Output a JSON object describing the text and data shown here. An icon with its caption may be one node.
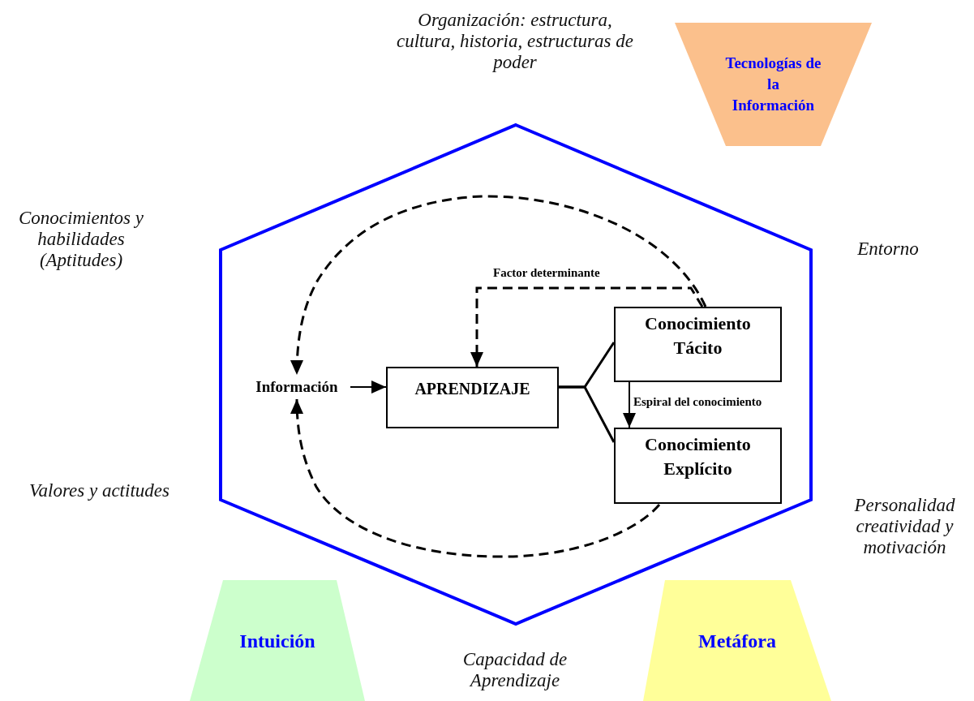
{
  "diagram": {
    "nodes": [
      {
        "text": [
          "Tecnologías de la Información"
        ]
      },
      {
        "text": [],
        "shape": "hexagon"
      },
      {
        "text": [
          "Información"
        ],
        "in": 1
      },
      {
        "text": [
          "APRENDIZAJE"
        ],
        "in": 1
      },
      {
        "text": [
          "Conocimiento Tácito"
        ],
        "in": 1
      },
      {
        "text": [
          "Conocimiento Explícito"
        ],
        "in": 1
      },
      {
        "text": [
          "Intuición"
        ]
      },
      {
        "text": [
          "Metáfora"
        ]
      }
    ],
    "edges": [
      {
        "from": 2,
        "to": 3,
        "arrow": "to"
      },
      {
        "from": 3,
        "to": 4,
        "arrow": "none"
      },
      {
        "from": 3,
        "to": 5,
        "arrow": "none"
      },
      {
        "from": 4,
        "to": 5,
        "arrow": "to",
        "label": "Espiral del conocimiento"
      },
      {
        "from": 4,
        "to": 3,
        "arrow": "to",
        "style": "dashed",
        "label": "Factor determinante"
      },
      {
        "from": 4,
        "to": 2,
        "arrow": "to",
        "style": "dashed"
      },
      {
        "from": 5,
        "to": 2,
        "arrow": "to",
        "style": "dashed"
      }
    ],
    "labels": [
      "Organización: estructura, cultura, historia, estructuras de poder",
      "Conocimientos y habilidades (Aptitudes)",
      "Entorno",
      "Valores y actitudes",
      "Personalidad creatividad y motivación",
      "Capacidad de Aprendizaje"
    ]
  }
}
